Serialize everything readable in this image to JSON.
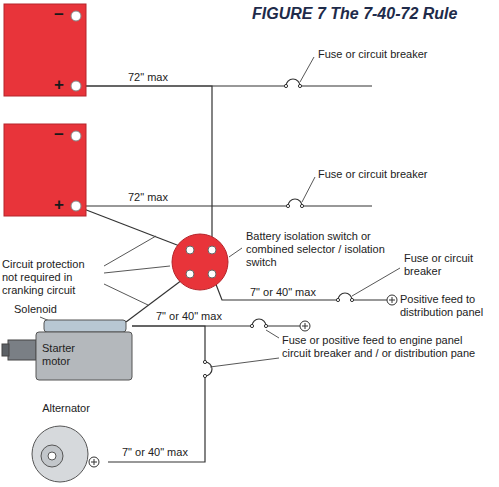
{
  "diagram": {
    "title": "FIGURE 7 The 7-40-72 Rule",
    "nodes": [
      {
        "text": [
          "−",
          "+"
        ]
      },
      {
        "text": [
          "−",
          "+"
        ]
      },
      {
        "text": [
          "Starter motor"
        ]
      },
      {
        "text": [
          "Alternator"
        ]
      }
    ],
    "edges": [
      {
        "from": 3,
        "to": 2,
        "arrow": "none"
      }
    ],
    "labels": [
      "72\" max",
      "Fuse or circuit breaker",
      "72\" max",
      "Fuse or circuit breaker",
      "Circuit protection not required in cranking circuit",
      "Battery isolation switch or combined selector / isolation switch",
      "Fuse or circuit breaker",
      "7\" or 40\" max",
      "Positive feed to distribution panel",
      "Solenoid",
      "7\" or 40\" max",
      "Fuse or positive feed to engine panel circuit breaker and / or distribution pane",
      "7\" or 40\" max"
    ]
  }
}
